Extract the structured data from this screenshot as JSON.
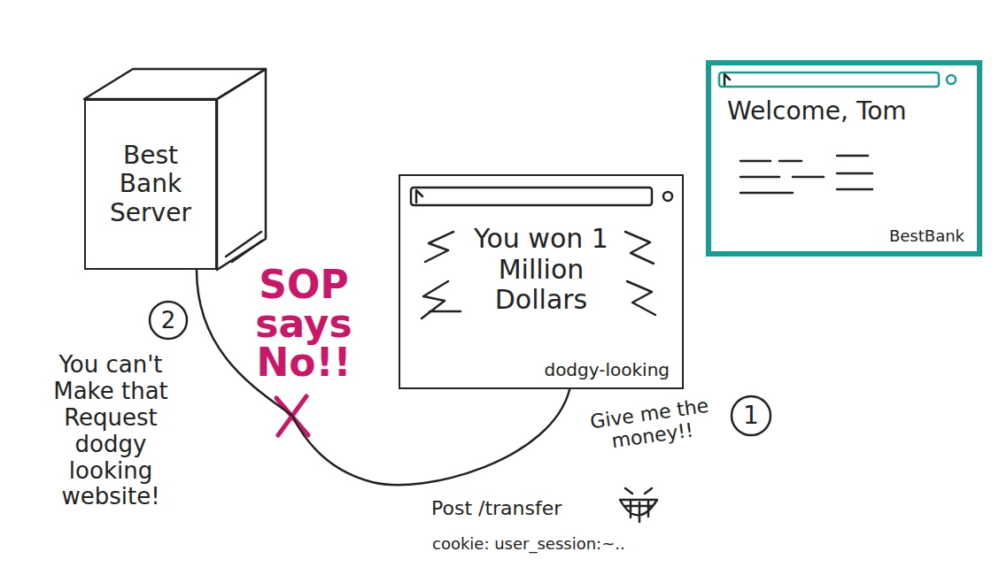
{
  "diagram": {
    "nodes": [
      {
        "text": [
          "Best Bank Server"
        ]
      },
      {
        "text": [
          "You won 1 Million Dollars",
          "dodgy-looking"
        ]
      },
      {
        "text": [
          "Welcome, Tom",
          "BestBank"
        ]
      }
    ],
    "edges": [
      {
        "from": 1,
        "to": 0,
        "arrow": "none"
      }
    ],
    "labels": [
      "SOP says No!!",
      "2",
      "You can't Make that Request dodgy looking website!",
      "1",
      "Give me the money!!",
      "Post /transfer",
      "cookie: user_session:~.."
    ]
  }
}
